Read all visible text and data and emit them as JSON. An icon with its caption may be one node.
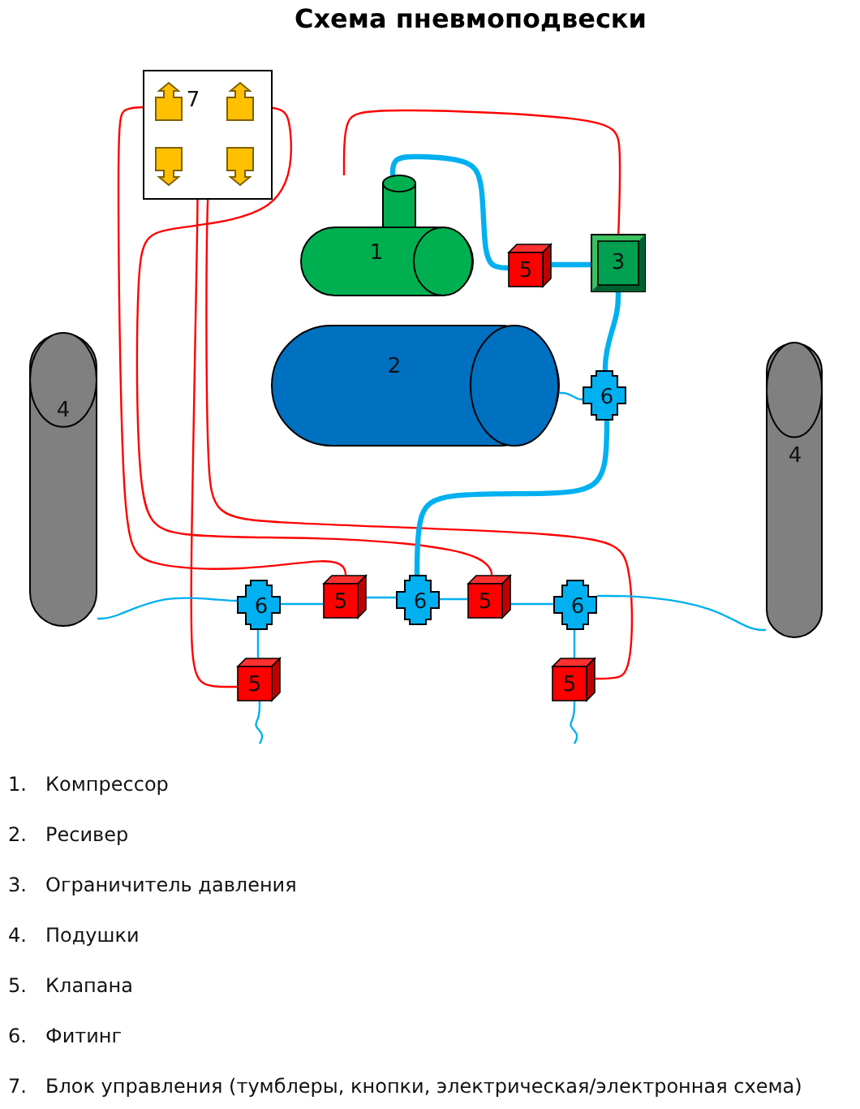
{
  "diagram": {
    "title": "Схема пневмоподвески",
    "nodes": [
      {
        "text": [
          "7"
        ]
      },
      {
        "text": [],
        "shape": "box",
        "in": 0
      },
      {
        "text": [],
        "shape": "box",
        "in": 0
      },
      {
        "text": [],
        "shape": "box",
        "in": 0
      },
      {
        "text": [],
        "shape": "box",
        "in": 0
      },
      {
        "text": [
          "1"
        ]
      },
      {
        "text": [
          "5"
        ]
      },
      {
        "text": [
          "3"
        ]
      },
      {
        "text": [
          "2"
        ]
      },
      {
        "text": [
          "6"
        ]
      },
      {
        "text": [
          "4"
        ]
      },
      {
        "text": [
          "4"
        ]
      },
      {
        "text": [
          "6"
        ]
      },
      {
        "text": [
          "5"
        ]
      },
      {
        "text": [
          "6"
        ]
      },
      {
        "text": [
          "5"
        ]
      },
      {
        "text": [
          "6"
        ]
      },
      {
        "text": [
          "5"
        ]
      },
      {
        "text": [
          "5"
        ]
      }
    ],
    "edges": [
      {
        "from": 1,
        "to": 13,
        "arrow": "none",
        "color": "#ff0000"
      },
      {
        "from": 2,
        "to": 15,
        "arrow": "none",
        "color": "#ff0000"
      },
      {
        "from": 3,
        "to": 17,
        "arrow": "none",
        "color": "#ff0000"
      },
      {
        "from": 4,
        "to": 18,
        "arrow": "none",
        "color": "#ff0000"
      },
      {
        "from": 5,
        "to": 7,
        "arrow": "none",
        "color": "#ff0000"
      },
      {
        "from": 5,
        "to": 6,
        "arrow": "none",
        "style": "thick"
      },
      {
        "from": 6,
        "to": 7,
        "arrow": "none",
        "style": "thick"
      },
      {
        "from": 7,
        "to": 9,
        "arrow": "none",
        "style": "thick"
      },
      {
        "from": 8,
        "to": 9,
        "arrow": "none"
      },
      {
        "from": 9,
        "to": 14,
        "arrow": "none",
        "style": "thick"
      },
      {
        "from": 10,
        "to": 12,
        "arrow": "none"
      },
      {
        "from": 12,
        "to": 13,
        "arrow": "none"
      },
      {
        "from": 13,
        "to": 14,
        "arrow": "none"
      },
      {
        "from": 14,
        "to": 15,
        "arrow": "none"
      },
      {
        "from": 15,
        "to": 16,
        "arrow": "none"
      },
      {
        "from": 16,
        "to": 11,
        "arrow": "none"
      },
      {
        "from": 12,
        "to": 17,
        "arrow": "none"
      },
      {
        "from": 16,
        "to": 18,
        "arrow": "none"
      },
      {
        "from": 17,
        "to": null,
        "arrow": "none"
      },
      {
        "from": 18,
        "to": null,
        "arrow": "none"
      }
    ],
    "labels": [
      "1.",
      "Компрессор",
      "2.",
      "Ресивер",
      "3.",
      "Ограничитель давления",
      "4.",
      "Подушки",
      "5.",
      "Клапана",
      "6.",
      "Фитинг",
      "7.",
      "Блок управления (тумблеры, кнопки, электрическая/электронная схема)"
    ]
  }
}
